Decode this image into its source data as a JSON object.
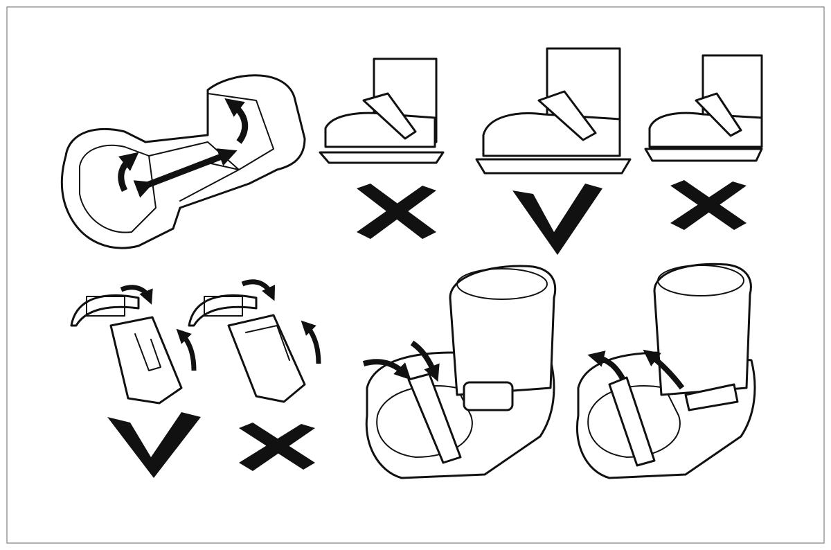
{
  "colors": {
    "ink": "#111111",
    "background": "#ffffff",
    "frame": "#999999"
  },
  "panels": [
    {
      "id": "adjust-binding-length",
      "icons": [
        "binding-tray",
        "double-arrow-icon",
        "curved-arrow-icon"
      ]
    },
    {
      "id": "boot-too-small",
      "verdict_icon": "cross-icon",
      "verdict": "incorrect"
    },
    {
      "id": "boot-correct-size",
      "verdict_icon": "check-icon",
      "verdict": "correct"
    },
    {
      "id": "boot-too-large",
      "verdict_icon": "cross-icon",
      "verdict": "incorrect"
    },
    {
      "id": "strap-buckle-correct",
      "verdict_icon": "check-icon",
      "verdict": "correct"
    },
    {
      "id": "strap-buckle-incorrect",
      "verdict_icon": "cross-icon",
      "verdict": "incorrect"
    },
    {
      "id": "fasten-straps",
      "icons": [
        "curved-arrow-icon"
      ]
    },
    {
      "id": "release-straps",
      "icons": [
        "curved-arrow-icon"
      ]
    }
  ]
}
